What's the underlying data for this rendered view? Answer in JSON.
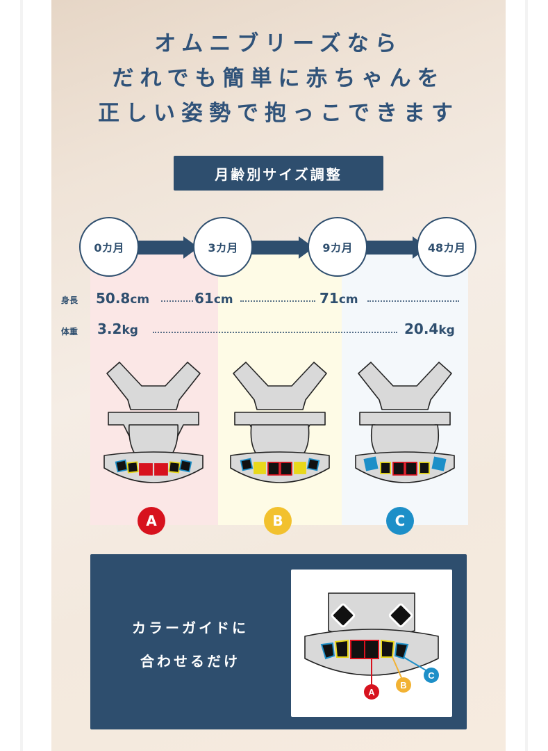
{
  "headline": {
    "line1": "オムニブリーズなら",
    "line2": "だれでも簡単に赤ちゃんを",
    "line3": "正しい姿勢で抱っこできます"
  },
  "section_label": "月齢別サイズ調整",
  "stages": [
    {
      "label": "0カ月"
    },
    {
      "label": "3カ月"
    },
    {
      "label": "9カ月"
    },
    {
      "label": "48カ月"
    }
  ],
  "height": {
    "label": "身長",
    "values": [
      {
        "num": "50.8",
        "unit": "cm"
      },
      {
        "num": "61",
        "unit": "cm"
      },
      {
        "num": "71",
        "unit": "cm"
      }
    ]
  },
  "weight": {
    "label": "体重",
    "values": [
      {
        "num": "3.2",
        "unit": "kg"
      },
      {
        "num": "20.4",
        "unit": "kg"
      }
    ]
  },
  "modes": [
    {
      "letter": "A",
      "color": "#d7121e",
      "bg": "#fbe7e6"
    },
    {
      "letter": "B",
      "color": "#f2c12e",
      "bg": "#fefbe6"
    },
    {
      "letter": "C",
      "color": "#1d8fc8",
      "bg": "#f4f8fb"
    }
  ],
  "colors": {
    "navy": "#2e4e6e",
    "headline": "#2f5279",
    "red": "#d7121e",
    "yellow": "#e8d81a",
    "orange_b": "#f2b233",
    "blue": "#1d8fc8",
    "carrier_gray": "#d9d9d9"
  },
  "guide": {
    "line1": "カラーガイドに",
    "line2": "合わせるだけ",
    "callouts": [
      "A",
      "B",
      "C"
    ]
  }
}
